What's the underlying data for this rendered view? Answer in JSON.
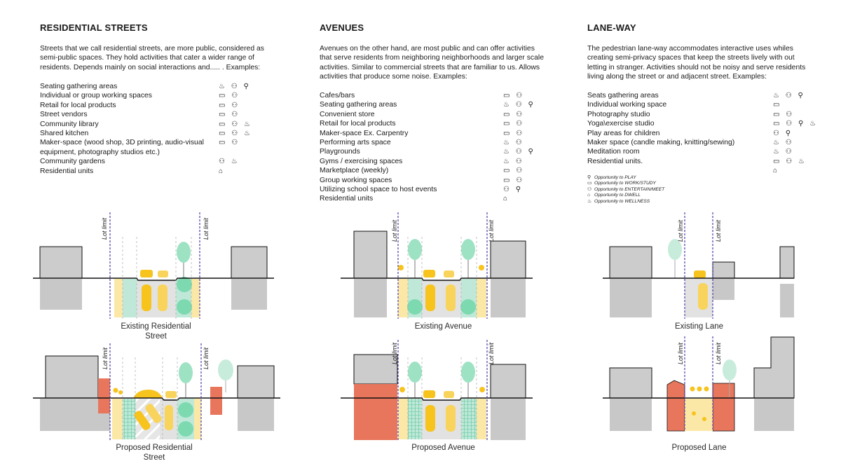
{
  "columns": [
    {
      "title": "RESIDENTIAL STREETS",
      "intro": "Streets that we call residential streets, are more public, considered as semi-public spaces. They hold activities that cater a wider range of residents. Depends mainly on social interactions and..... . Examples:",
      "items": [
        {
          "label": "Seating gathering areas",
          "icons": "♨ ⚇ ⚲"
        },
        {
          "label": "Individual or group working spaces",
          "icons": "▭ ⚇"
        },
        {
          "label": "Retail for local products",
          "icons": "▭ ⚇"
        },
        {
          "label": "Street vendors",
          "icons": "▭ ⚇"
        },
        {
          "label": "Community library",
          "icons": "▭ ⚇ ♨"
        },
        {
          "label": "Shared kitchen",
          "icons": "▭ ⚇ ♨"
        },
        {
          "label": "Maker-space (wood shop, 3D printing, audio-visual equipment, photography studios etc.)",
          "icons": "▭ ⚇"
        },
        {
          "label": "Community gardens",
          "icons": "⚇ ♨"
        },
        {
          "label": "Residential units",
          "icons": "⌂"
        }
      ],
      "caption_existing": "Existing Residential Street",
      "caption_proposed": "Proposed Residential Street"
    },
    {
      "title": "AVENUES",
      "intro": "Avenues on the other hand, are most public and can offer activities that serve residents from neighboring neighborhoods and larger scale activities. Similar to commercial streets that are familiar to us. Allows activities that produce some noise. Examples:",
      "items": [
        {
          "label": "Cafes/bars",
          "icons": "▭ ⚇"
        },
        {
          "label": "Seating gathering areas",
          "icons": "♨ ⚇ ⚲"
        },
        {
          "label": "Convenient store",
          "icons": "▭ ⚇"
        },
        {
          "label": "Retail for local products",
          "icons": "▭ ⚇"
        },
        {
          "label": "Maker-space Ex. Carpentry",
          "icons": "▭ ⚇"
        },
        {
          "label": "Performing arts space",
          "icons": "♨ ⚇"
        },
        {
          "label": "Playgrounds",
          "icons": "♨ ⚇ ⚲"
        },
        {
          "label": "Gyms / exercising spaces",
          "icons": "♨ ⚇"
        },
        {
          "label": "Marketplace (weekly)",
          "icons": "▭ ⚇"
        },
        {
          "label": "Group working spaces",
          "icons": "▭ ⚇"
        },
        {
          "label": "Utilizing school space to host events",
          "icons": "⚇ ⚲"
        },
        {
          "label": "Residential units",
          "icons": "⌂"
        }
      ],
      "caption_existing": "Existing Avenue",
      "caption_proposed": "Proposed Avenue"
    },
    {
      "title": "LANE-WAY",
      "intro": "The pedestrian lane-way accommodates interactive uses whiles creating semi-privacy spaces that keep the streets lively with out letting in stranger. Activities should not be noisy and serve residents living along the street or and adjacent street. Examples:",
      "items": [
        {
          "label": "Seats gathering areas",
          "icons": "♨ ⚇ ⚲"
        },
        {
          "label": "Individual working space",
          "icons": "▭"
        },
        {
          "label": "Photography studio",
          "icons": "▭ ⚇"
        },
        {
          "label": "Yoga\\exercise studio",
          "icons": "▭ ⚇ ⚲ ♨"
        },
        {
          "label": "Play areas for children",
          "icons": "⚇ ⚲"
        },
        {
          "label": "Maker space (candle making, knitting/sewing)",
          "icons": "♨ ⚇"
        },
        {
          "label": "Meditation room",
          "icons": "♨ ⚇"
        },
        {
          "label": "Residential units.",
          "icons": "▭ ⚇ ♨"
        },
        {
          "label": "",
          "icons": "⌂"
        }
      ],
      "caption_existing": "Existing Lane",
      "caption_proposed": "Proposed Lane"
    }
  ],
  "legend": [
    {
      "glyph": "⚲",
      "label": "Opportunity to PLAY"
    },
    {
      "glyph": "▭",
      "label": "Opportunity to WORK/STUDY"
    },
    {
      "glyph": "⚇",
      "label": "Opportunity to ENTERTAIN/MEET"
    },
    {
      "glyph": "⌂",
      "label": "Opportunity to DWELL"
    },
    {
      "glyph": "♨",
      "label": "Opportunity to WELLNESS"
    }
  ],
  "lot_limit_label": "Lot limit",
  "colors": {
    "building": "#cccccc",
    "basement": "#c8c8c8",
    "proposed_building": "#e8765c",
    "sidewalk": "#fbe8a6",
    "green": "#bfe8d8",
    "tree": "#7dd9b0",
    "tree_light": "#c7ecdc",
    "car": "#f7c31d",
    "lot_limit": "#4b3ea8"
  }
}
